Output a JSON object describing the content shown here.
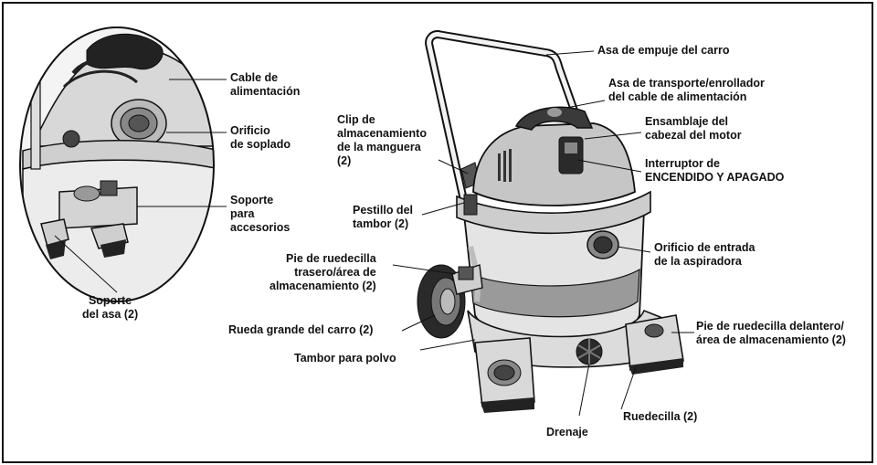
{
  "labels": {
    "cable_alimentacion": "Cable de\nalimentación",
    "orificio_soplado": "Orificio\nde soplado",
    "soporte_accesorios": "Soporte\npara\naccesorios",
    "soporte_asa": "Soporte\ndel asa (2)",
    "asa_empuje": "Asa de empuje del carro",
    "asa_transporte": "Asa de transporte/enrollador\ndel cable de alimentación",
    "ensamblaje_motor": "Ensamblaje del\ncabezal del motor",
    "interruptor": "Interruptor de\nENCENDIDO Y APAGADO",
    "clip_manguera": "Clip de\nalmacenamiento\nde la manguera\n(2)",
    "pestillo_tambor": "Pestillo del\ntambor (2)",
    "orificio_entrada": "Orificio de entrada\nde la aspiradora",
    "pie_trasero": "Pie de ruedecilla\ntrasero/área de\nalmacenamiento (2)",
    "rueda_grande": "Rueda grande del carro (2)",
    "pie_delantero": "Pie de ruedecilla delantero/\nárea de almacenamiento (2)",
    "tambor_polvo": "Tambor para polvo",
    "ruedecilla": "Ruedecilla (2)",
    "drenaje": "Drenaje"
  },
  "colors": {
    "line": "#111111",
    "body_fill": "#e6e6e6",
    "body_shade": "#9a9a9a",
    "motor_fill": "#c9c9c9",
    "dark": "#2a2a2a"
  }
}
